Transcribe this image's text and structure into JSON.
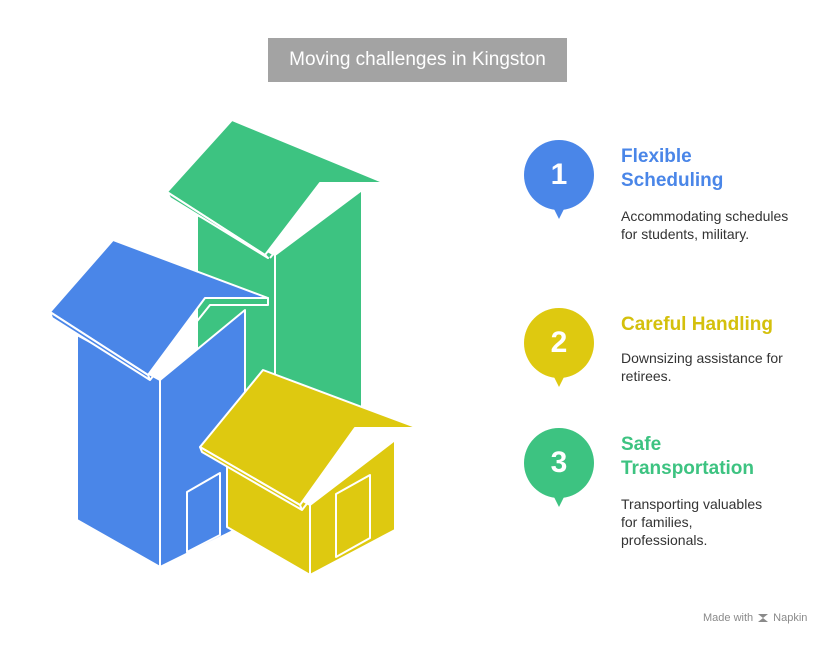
{
  "title": "Moving challenges in Kingston",
  "items": [
    {
      "number": "1",
      "title": "Flexible Scheduling",
      "description": "Accommodating schedules for students, military.",
      "color": "#4a86e8"
    },
    {
      "number": "2",
      "title": "Careful Handling",
      "description": "Downsizing assistance for retirees.",
      "color": "#dec910"
    },
    {
      "number": "3",
      "title": "Safe Transportation",
      "description": "Transporting valuables for families, professionals.",
      "color": "#3dc381"
    }
  ],
  "footer": {
    "made_with": "Made with",
    "brand": "Napkin"
  },
  "icons": {
    "logo": "napkin-logo-icon",
    "illustration": "houses-illustration"
  }
}
